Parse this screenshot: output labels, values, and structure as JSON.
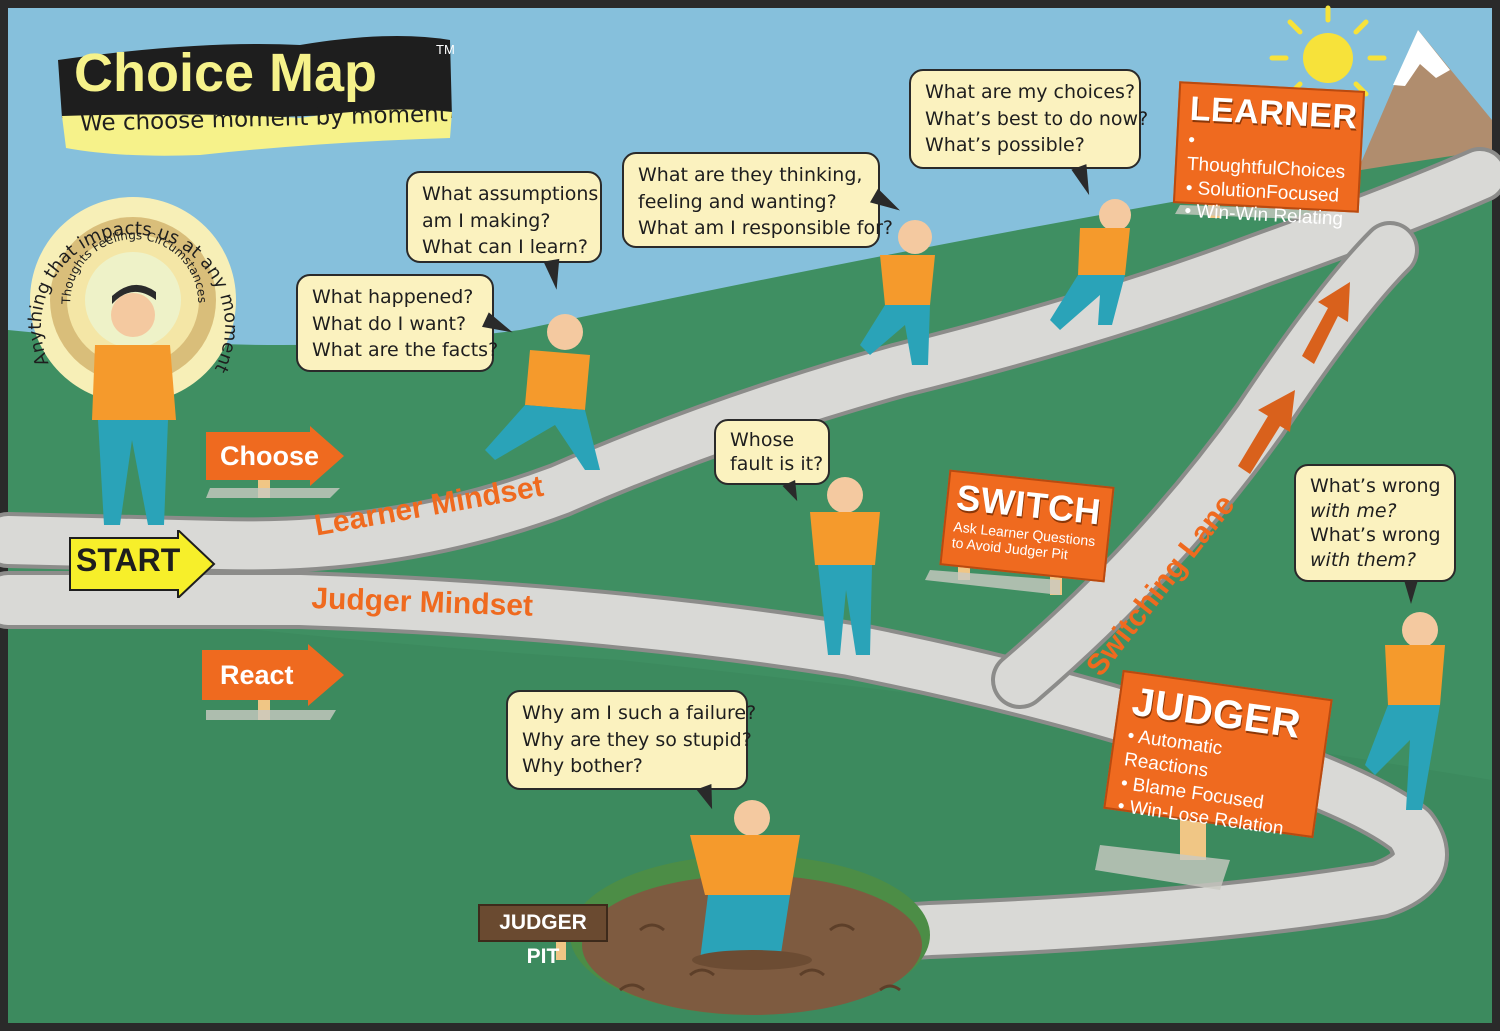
{
  "header": {
    "title": "Choice Map",
    "trademark": "TM",
    "subtitle": "We choose moment by moment"
  },
  "impact_circle": {
    "outer_text": "Anything that impacts us at any moment",
    "ring_words": [
      "Thoughts",
      "Feelings",
      "Circumstances"
    ]
  },
  "start_label": "START",
  "choose_sign": "Choose",
  "react_sign": "React",
  "roads": {
    "learner": "Learner Mindset",
    "judger": "Judger Mindset",
    "switching": "Switching Lane"
  },
  "bubbles": {
    "what_happened": [
      "What happened?",
      "What do I want?",
      "What are the facts?"
    ],
    "assumptions": [
      "What assumptions",
      "am I making?",
      "What can I learn?"
    ],
    "thinking": [
      "What are they thinking,",
      "feeling and wanting?",
      "What am I responsible for?"
    ],
    "choices": [
      "What are my choices?",
      "What’s best to do now?",
      "What’s possible?"
    ],
    "whose_fault": [
      "Whose",
      "fault is it?"
    ],
    "whats_wrong": [
      "What’s wrong",
      "with me?",
      "What’s wrong",
      "with them?"
    ],
    "failure": [
      "Why am I such a failure?",
      "Why are they so stupid?",
      "Why bother?"
    ]
  },
  "learner_sign": {
    "title": "LEARNER",
    "items": [
      "• ThoughtfulChoices",
      "• SolutionFocused",
      "• Win-Win Relating"
    ]
  },
  "judger_sign": {
    "title": "JUDGER",
    "items": [
      "• Automatic Reactions",
      "• Blame Focused",
      "• Win-Lose Relation"
    ]
  },
  "switch_sign": {
    "title": "SWITCH",
    "subtitle_lines": [
      "Ask Learner Questions",
      "to Avoid Judger Pit"
    ]
  },
  "judger_pit_sign": "JUDGER PIT",
  "colors": {
    "sky": "#86c0dc",
    "grass": "#3f8f62",
    "road": "#d9d9d6",
    "accent_orange": "#ef6a1f",
    "bubble_fill": "#fbf2bf",
    "banner_yellow": "#f6f28a",
    "shirt": "#f59a2c",
    "pants": "#2aa3b8"
  }
}
